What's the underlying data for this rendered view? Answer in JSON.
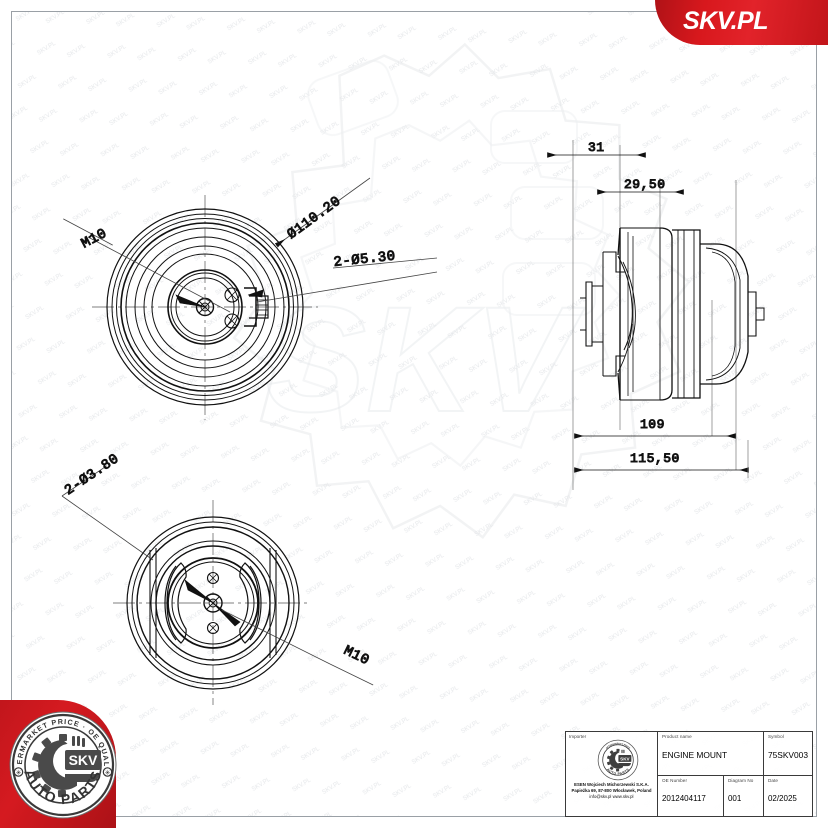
{
  "brand": {
    "banner_text": "SKV.PL",
    "banner_color": "#d8181d",
    "badge_top_text": "AFTERMARKET PRICE · OE QUALITY",
    "badge_bottom_text": "AUTO PARTS",
    "badge_center_text": "SKV",
    "watermark_text": "SKV",
    "watermark_tile_text": "SKV.PL"
  },
  "drawing": {
    "views": [
      {
        "name": "front-view-top-left",
        "labels": [
          "M10",
          "Ø110.20",
          "2-Ø5.30"
        ]
      },
      {
        "name": "rear-view-bottom-left",
        "labels": [
          "2-Ø3.80",
          "M10"
        ]
      },
      {
        "name": "side-section-view-right",
        "labels": [
          "31",
          "29.50",
          "109",
          "115.50"
        ]
      }
    ],
    "annotations": {
      "m10_top": "M10",
      "outer_diameter": "Ø110.20",
      "holes_530": "2-Ø5.30",
      "holes_380": "2-Ø3.80",
      "m10_bottom": "M10"
    },
    "dimensions": {
      "d31": "31",
      "d2950": "29,50",
      "d109": "109",
      "d11550": "115,50"
    }
  },
  "title_block": {
    "importer_label": "Importer",
    "importer_name": "ESEN Wojciech Michorzewski S.K.A.",
    "importer_address": "Papieżka 69, 87-800 Włocławek, Poland",
    "importer_contact": "info@skv.pl  www.skv.pl",
    "product_name_label": "Product name",
    "product_name_value": "ENGINE MOUNT",
    "symbol_label": "Symbol",
    "symbol_value": "75SKV003",
    "oe_number_label": "OE Number",
    "oe_number_value": "2012404117",
    "diagram_no_label": "Diagram No",
    "diagram_no_value": "001",
    "date_label": "Date",
    "date_value": "02/2025"
  }
}
